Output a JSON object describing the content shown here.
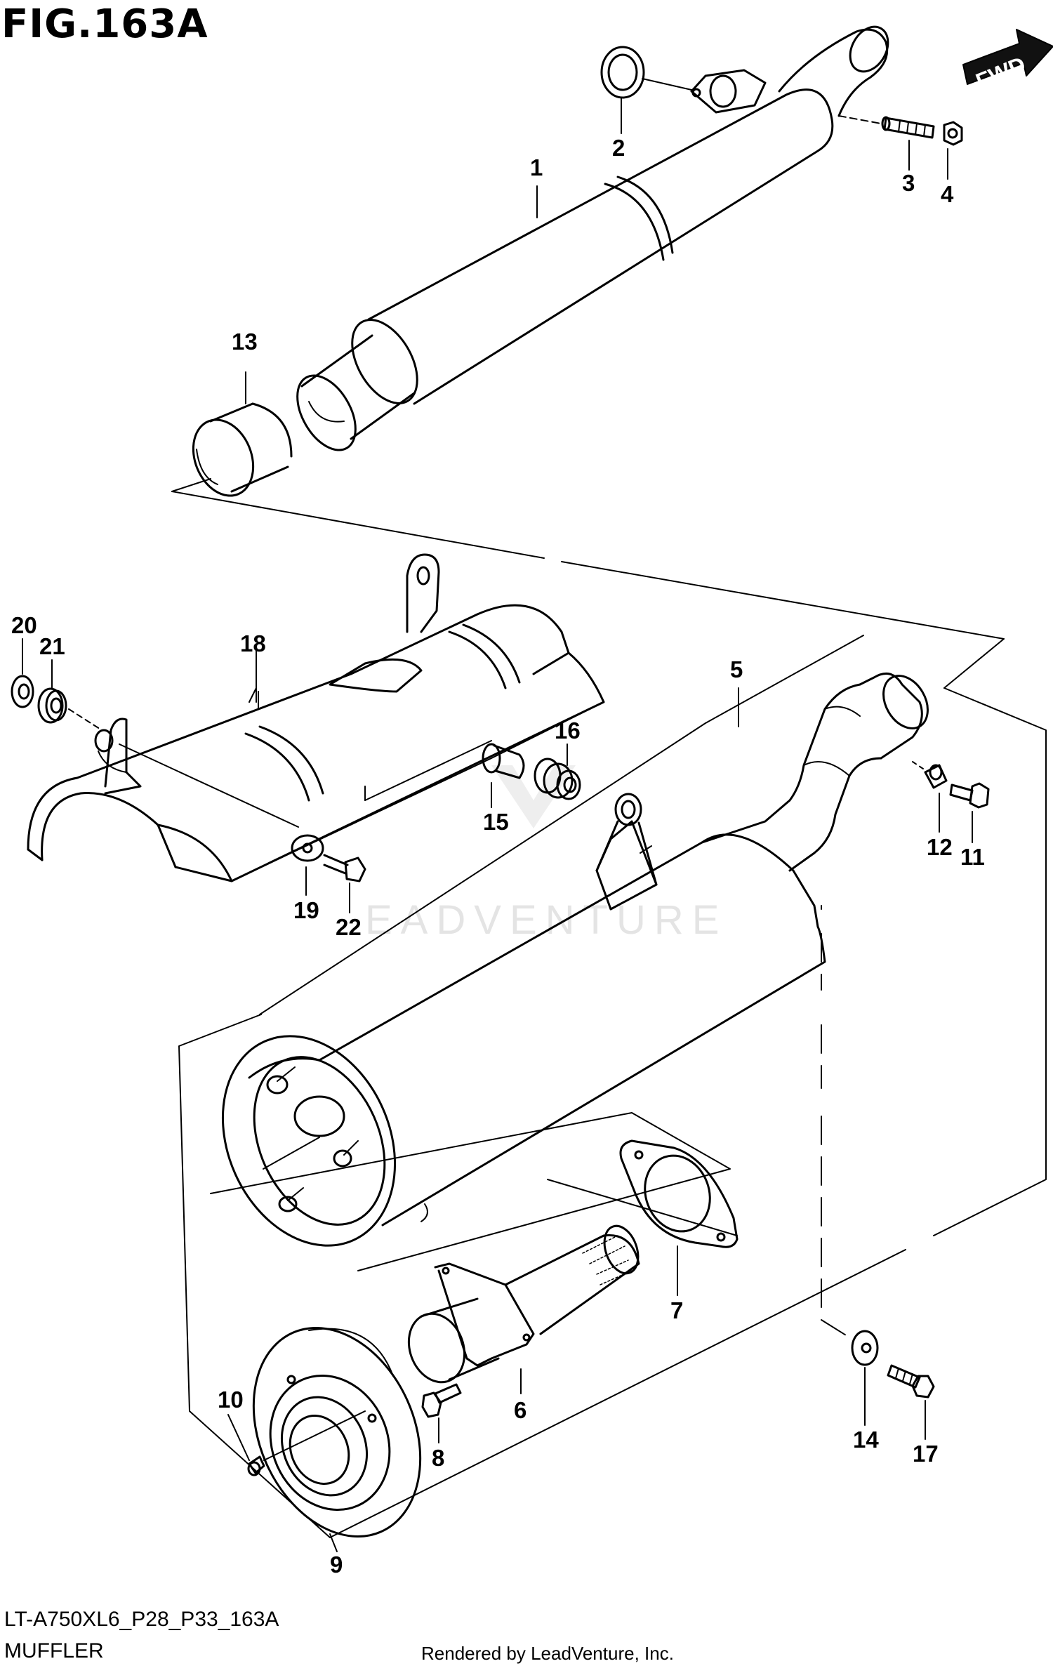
{
  "header": {
    "title": "FIG.163A"
  },
  "footer": {
    "code": "LT-A750XL6_P28_P33_163A",
    "description": "MUFFLER",
    "credit": "Rendered by LeadVenture, Inc."
  },
  "watermark": {
    "text": "EADVENTURE"
  },
  "direction": {
    "label": "FWD"
  },
  "callouts": [
    "1",
    "2",
    "3",
    "4",
    "5",
    "6",
    "7",
    "8",
    "9",
    "10",
    "11",
    "12",
    "13",
    "14",
    "15",
    "16",
    "17",
    "18",
    "19",
    "20",
    "21",
    "22"
  ]
}
